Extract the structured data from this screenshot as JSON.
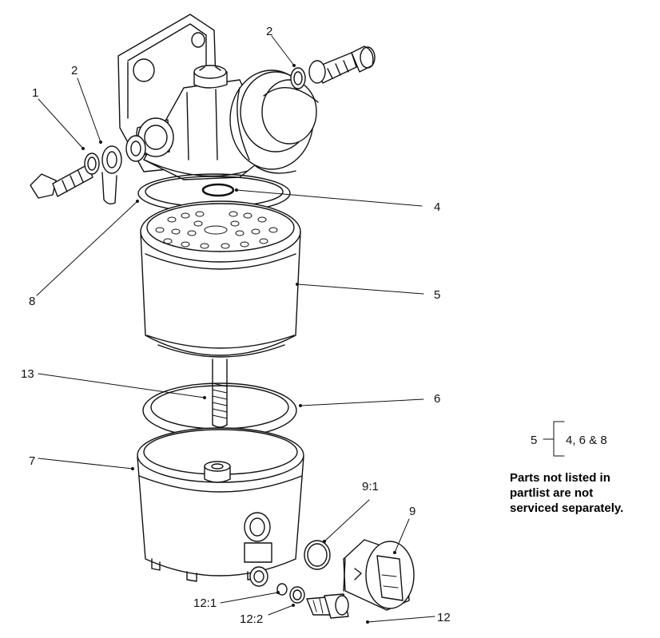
{
  "callouts": {
    "c1": "1",
    "c2_left": "2",
    "c2_top": "2",
    "c4": "4",
    "c5": "5",
    "c6": "6",
    "c7": "7",
    "c8": "8",
    "c9": "9",
    "c9_1": "9:1",
    "c12": "12",
    "c12_1": "12:1",
    "c12_2": "12:2",
    "c13": "13"
  },
  "kit_legend": {
    "parent": "5",
    "children": "4, 6 & 8"
  },
  "note": {
    "line1": "Parts not listed in",
    "line2": "partlist are not",
    "line3": "serviced separately."
  }
}
